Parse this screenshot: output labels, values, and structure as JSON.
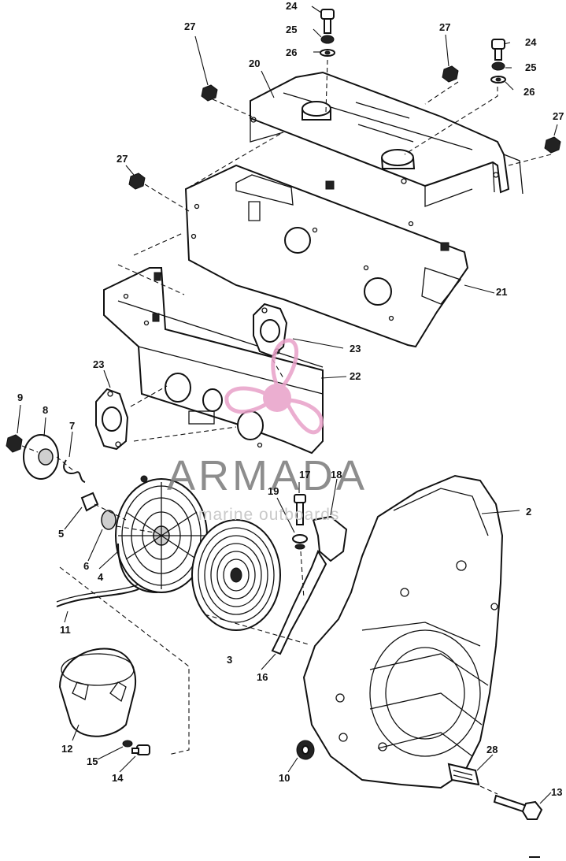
{
  "watermark": {
    "brand": "ARMADA",
    "tagline": "marine outboards",
    "logo_color": "#e8a0c8"
  },
  "callouts": {
    "c24a": "24",
    "c25a": "25",
    "c26a": "26",
    "c27a": "27",
    "c20": "20",
    "c27b": "27",
    "c24b": "24",
    "c25b": "25",
    "c26b": "26",
    "c27c": "27",
    "c27d": "27",
    "c21": "21",
    "c23a": "23",
    "c22": "22",
    "c23b": "23",
    "c9": "9",
    "c8": "8",
    "c7": "7",
    "c5": "5",
    "c6": "6",
    "c4": "4",
    "c17": "17",
    "c18": "18",
    "c19": "19",
    "c2": "2",
    "c11": "11",
    "c3": "3",
    "c16": "16",
    "c12": "12",
    "c15": "15",
    "c14": "14",
    "c10": "10",
    "c28": "28",
    "c13": "13"
  }
}
